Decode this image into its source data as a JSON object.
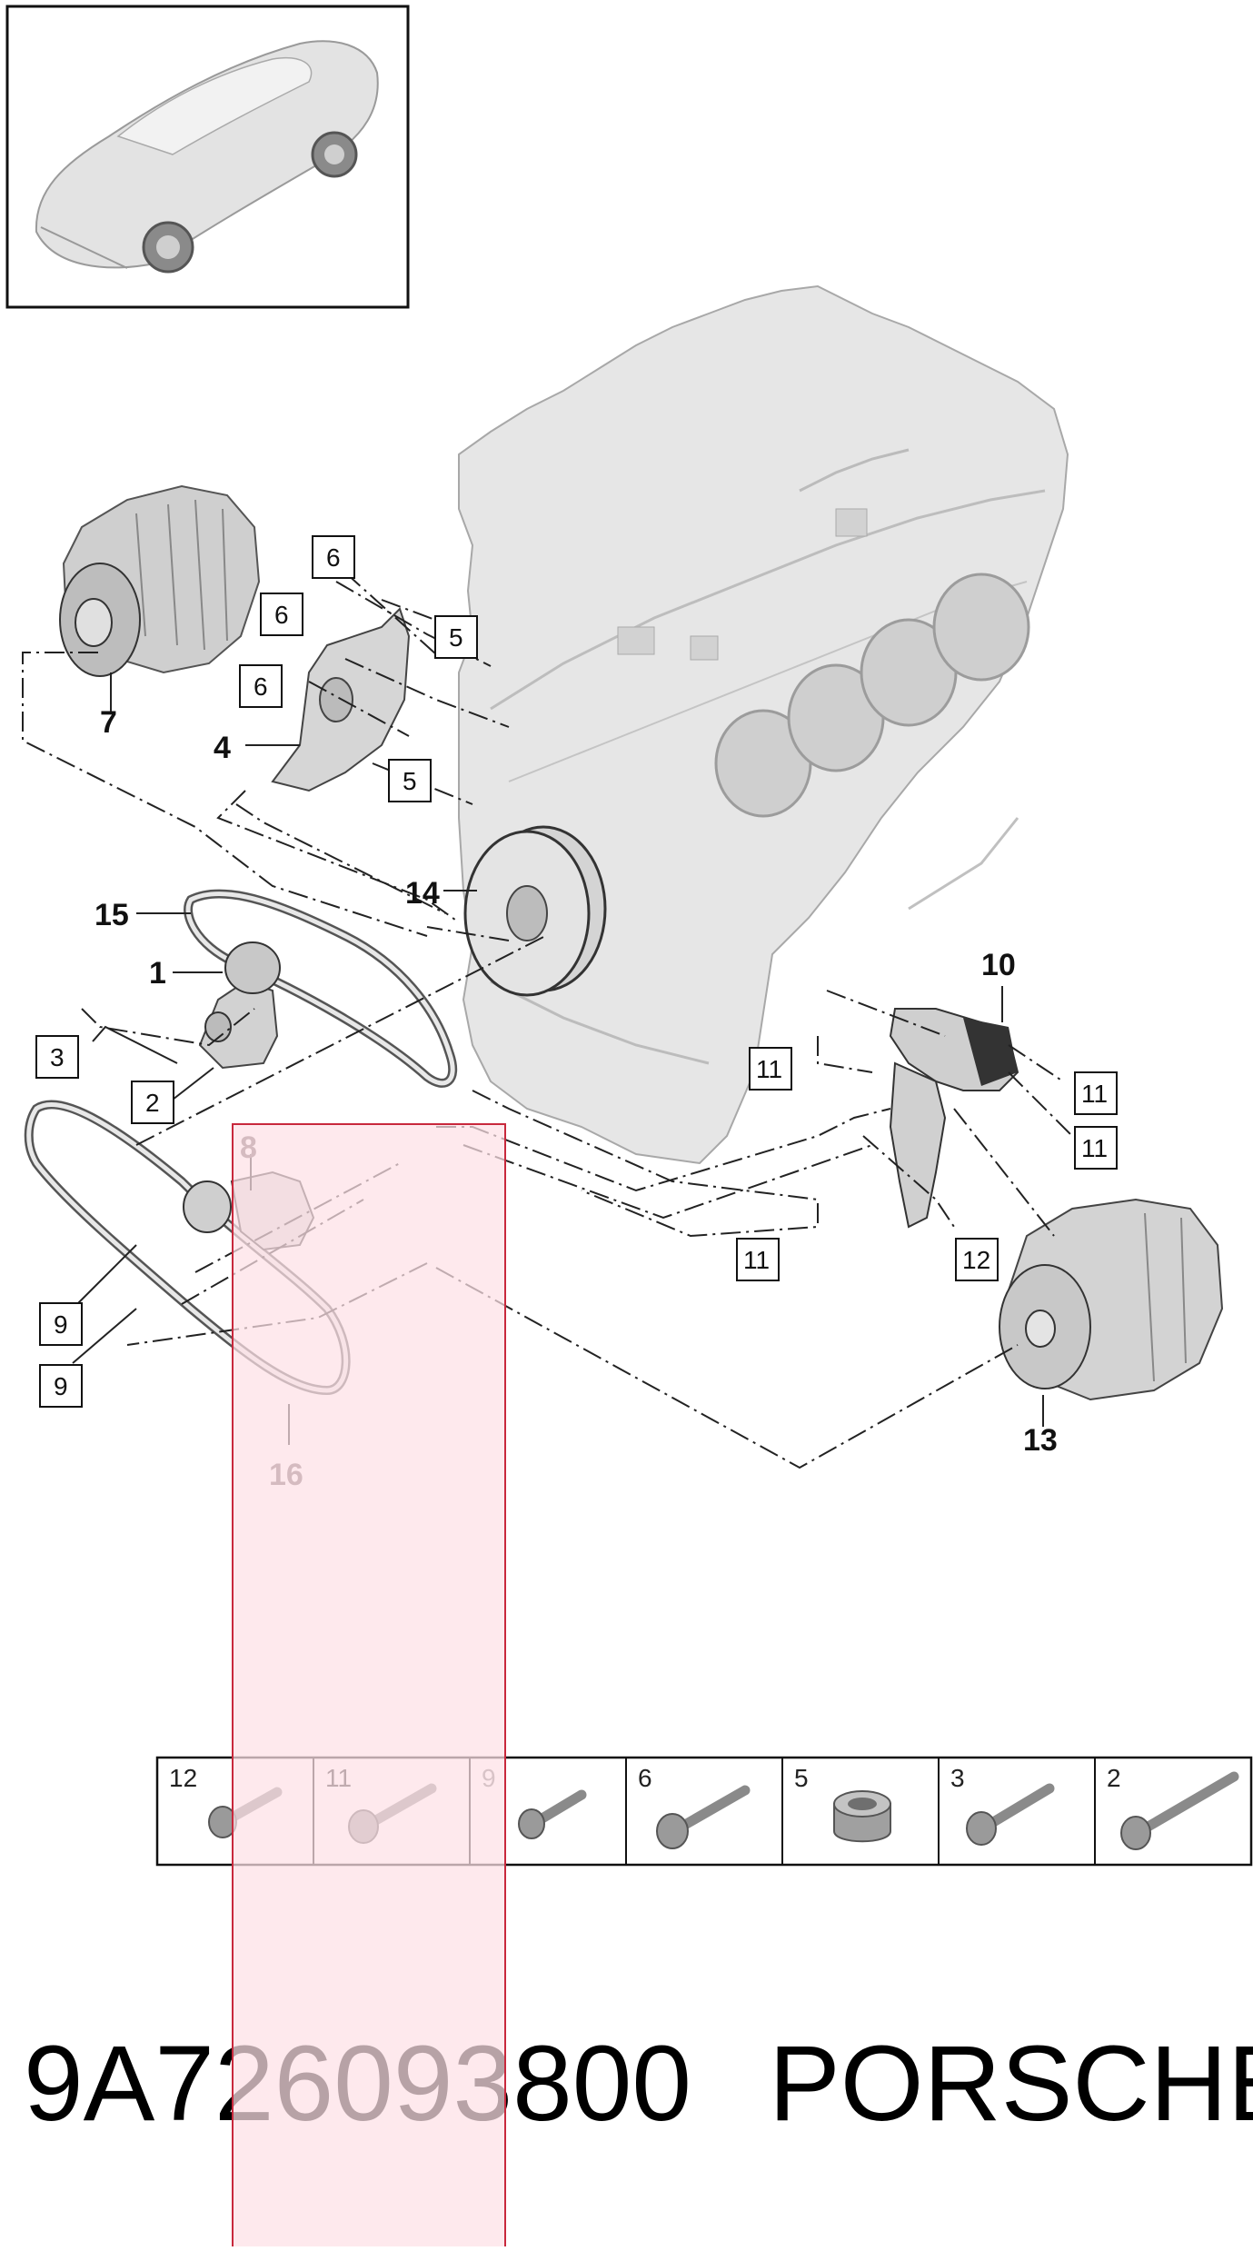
{
  "callouts_bold": [
    "7",
    "4",
    "15",
    "14",
    "1",
    "10",
    "13",
    "8",
    "16"
  ],
  "callouts_boxed": [
    "6",
    "6",
    "6",
    "5",
    "5",
    "3",
    "2",
    "11",
    "11",
    "11",
    "11",
    "9",
    "9",
    "12"
  ],
  "fastener_table": {
    "cells": [
      {
        "label": "12",
        "item": "bolt"
      },
      {
        "label": "11",
        "item": "bolt"
      },
      {
        "label": "9",
        "item": "bolt"
      },
      {
        "label": "6",
        "item": "bolt"
      },
      {
        "label": "5",
        "item": "sleeve"
      },
      {
        "label": "3",
        "item": "bolt"
      },
      {
        "label": "2",
        "item": "bolt"
      }
    ]
  },
  "footer": {
    "part_number": "9A726093800",
    "brand": "PORSCHE"
  },
  "colors": {
    "highlight_fill": "#fde0e6",
    "highlight_stroke": "#c8283c",
    "line": "#222222",
    "part_grey": "#d9d9d9"
  }
}
